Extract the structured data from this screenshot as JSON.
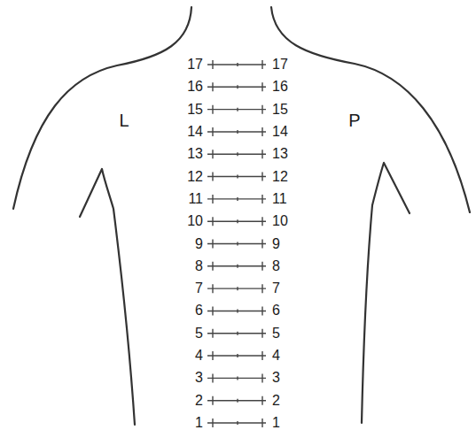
{
  "diagram": {
    "labels": [
      "L",
      "P",
      "17",
      "17",
      "16",
      "16",
      "15",
      "15",
      "14",
      "14",
      "13",
      "13",
      "12",
      "12",
      "11",
      "11",
      "10",
      "10",
      "9",
      "9",
      "8",
      "8",
      "7",
      "7",
      "6",
      "6",
      "5",
      "5",
      "4",
      "4",
      "3",
      "3",
      "2",
      "2",
      "1",
      "1"
    ]
  }
}
